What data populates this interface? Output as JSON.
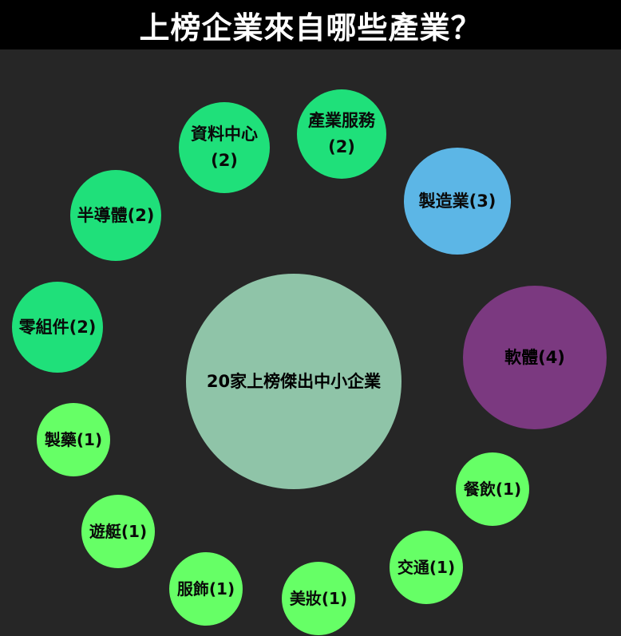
{
  "title": "上榜企業來自哪些產業？",
  "colors": {
    "background": "#262626",
    "title_bar": "#000000",
    "center": "#8fc4a8",
    "count_2": "#1fe07a",
    "count_3": "#5cb6e6",
    "count_4": "#7b3980",
    "count_1": "#66ff66"
  },
  "center": {
    "label": "20家上榜傑出中小企業"
  },
  "industries": [
    {
      "name": "資料中心",
      "count": 2,
      "line1": "資料中心",
      "line2": "(2)"
    },
    {
      "name": "產業服務",
      "count": 2,
      "line1": "產業服務",
      "line2": "(2)"
    },
    {
      "name": "製造業",
      "count": 3,
      "line1": "製造業(3)",
      "line2": ""
    },
    {
      "name": "半導體",
      "count": 2,
      "line1": "半導體(2)",
      "line2": ""
    },
    {
      "name": "零組件",
      "count": 2,
      "line1": "零組件(2)",
      "line2": ""
    },
    {
      "name": "軟體",
      "count": 4,
      "line1": "軟體(4)",
      "line2": ""
    },
    {
      "name": "製藥",
      "count": 1,
      "line1": "製藥(1)",
      "line2": ""
    },
    {
      "name": "餐飲",
      "count": 1,
      "line1": "餐飲(1)",
      "line2": ""
    },
    {
      "name": "遊艇",
      "count": 1,
      "line1": "遊艇(1)",
      "line2": ""
    },
    {
      "name": "交通",
      "count": 1,
      "line1": "交通(1)",
      "line2": ""
    },
    {
      "name": "服飾",
      "count": 1,
      "line1": "服飾(1)",
      "line2": ""
    },
    {
      "name": "美妝",
      "count": 1,
      "line1": "美妝(1)",
      "line2": ""
    }
  ]
}
